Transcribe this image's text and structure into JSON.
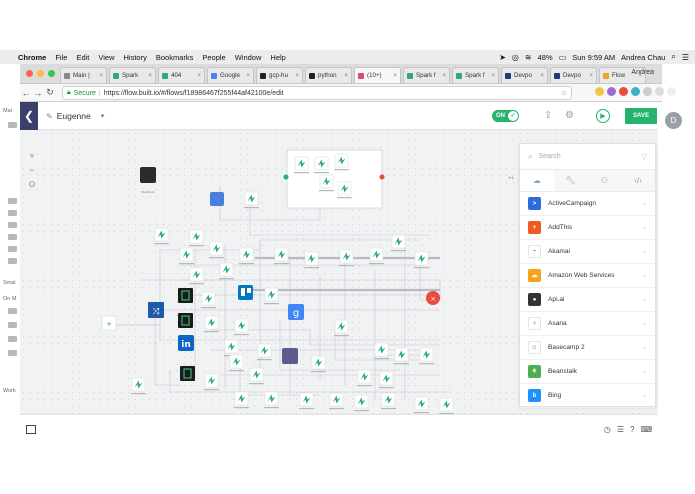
{
  "menubar": {
    "app": "Chrome",
    "items": [
      "File",
      "Edit",
      "View",
      "History",
      "Bookmarks",
      "People",
      "Window",
      "Help"
    ],
    "battery": "48%",
    "clock": "Sun 9:59 AM",
    "user": "Andrea Chau"
  },
  "browser": {
    "tabs": [
      {
        "label": "Main |",
        "color": "#888888"
      },
      {
        "label": "Spark",
        "color": "#3aa37a"
      },
      {
        "label": "404",
        "color": "#3aa37a"
      },
      {
        "label": "Google",
        "color": "#4285f4"
      },
      {
        "label": "gcp-hu",
        "color": "#222222"
      },
      {
        "label": "python",
        "color": "#222222"
      },
      {
        "label": "(10+)",
        "color": "#d04a7a"
      },
      {
        "label": "Spark f",
        "color": "#3aa37a"
      },
      {
        "label": "Spark f",
        "color": "#3aa37a"
      },
      {
        "label": "Devpo",
        "color": "#1f3b73"
      },
      {
        "label": "Devpo",
        "color": "#1f3b73"
      },
      {
        "label": "Flow",
        "color": "#f0a030"
      }
    ],
    "profile": "Andrea",
    "secure_label": "Secure",
    "url": "https://flow.built.io/#/flows/f18986467f255f44af42100e/edit"
  },
  "app": {
    "flow_name": "Eugenne",
    "toggle_label": "ON",
    "save_label": "SAVE",
    "avatar_initial": "D"
  },
  "panel": {
    "search_placeholder": "Search",
    "services": [
      {
        "name": "ActiveCampaign",
        "color": "#2d6cdf",
        "glyph": ">"
      },
      {
        "name": "AddThis",
        "color": "#f15a24",
        "glyph": "+"
      },
      {
        "name": "Akamai",
        "color": "#ffffff",
        "glyph": "~"
      },
      {
        "name": "Amazon Web Services",
        "color": "#f7a21b",
        "glyph": "☁"
      },
      {
        "name": "Api.ai",
        "color": "#333333",
        "glyph": "●"
      },
      {
        "name": "Asana",
        "color": "#ffffff",
        "glyph": "⁘"
      },
      {
        "name": "Basecamp 2",
        "color": "#ffffff",
        "glyph": "☺"
      },
      {
        "name": "Beanstalk",
        "color": "#4caf50",
        "glyph": "⚘"
      },
      {
        "name": "Bing",
        "color": "#1e90ff",
        "glyph": "b"
      }
    ]
  },
  "canvas": {
    "nodes_label_sample": "Flow node"
  }
}
